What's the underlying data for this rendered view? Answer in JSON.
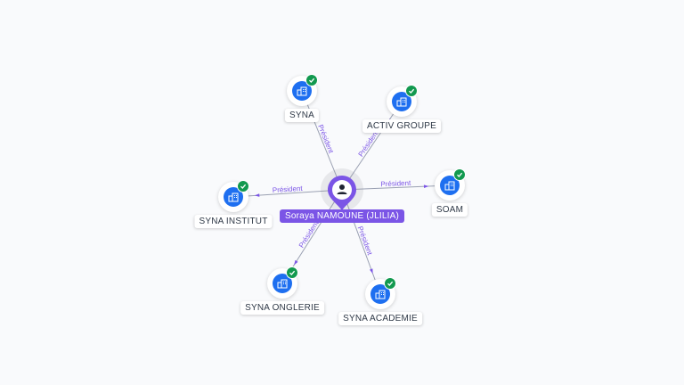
{
  "center": {
    "name": "Soraya NAMOUNE (JLILIA)"
  },
  "relation_label": "Président",
  "colors": {
    "accent": "#7b55e6",
    "company": "#1e6ff0",
    "verified": "#12994f",
    "edge": "#9aa0b2"
  },
  "companies": [
    {
      "id": "syna",
      "name": "SYNA",
      "icon": "building-icon",
      "verified": true
    },
    {
      "id": "activ-groupe",
      "name": "ACTIV GROUPE",
      "icon": "building-icon",
      "verified": true
    },
    {
      "id": "soam",
      "name": "SOAM",
      "icon": "building-icon",
      "verified": true
    },
    {
      "id": "syna-academie",
      "name": "SYNA ACADEMIE",
      "icon": "building-icon",
      "verified": true
    },
    {
      "id": "syna-onglerie",
      "name": "SYNA ONGLERIE",
      "icon": "building-icon",
      "verified": true
    },
    {
      "id": "syna-institut",
      "name": "SYNA INSTITUT",
      "icon": "building-icon",
      "verified": true
    }
  ]
}
